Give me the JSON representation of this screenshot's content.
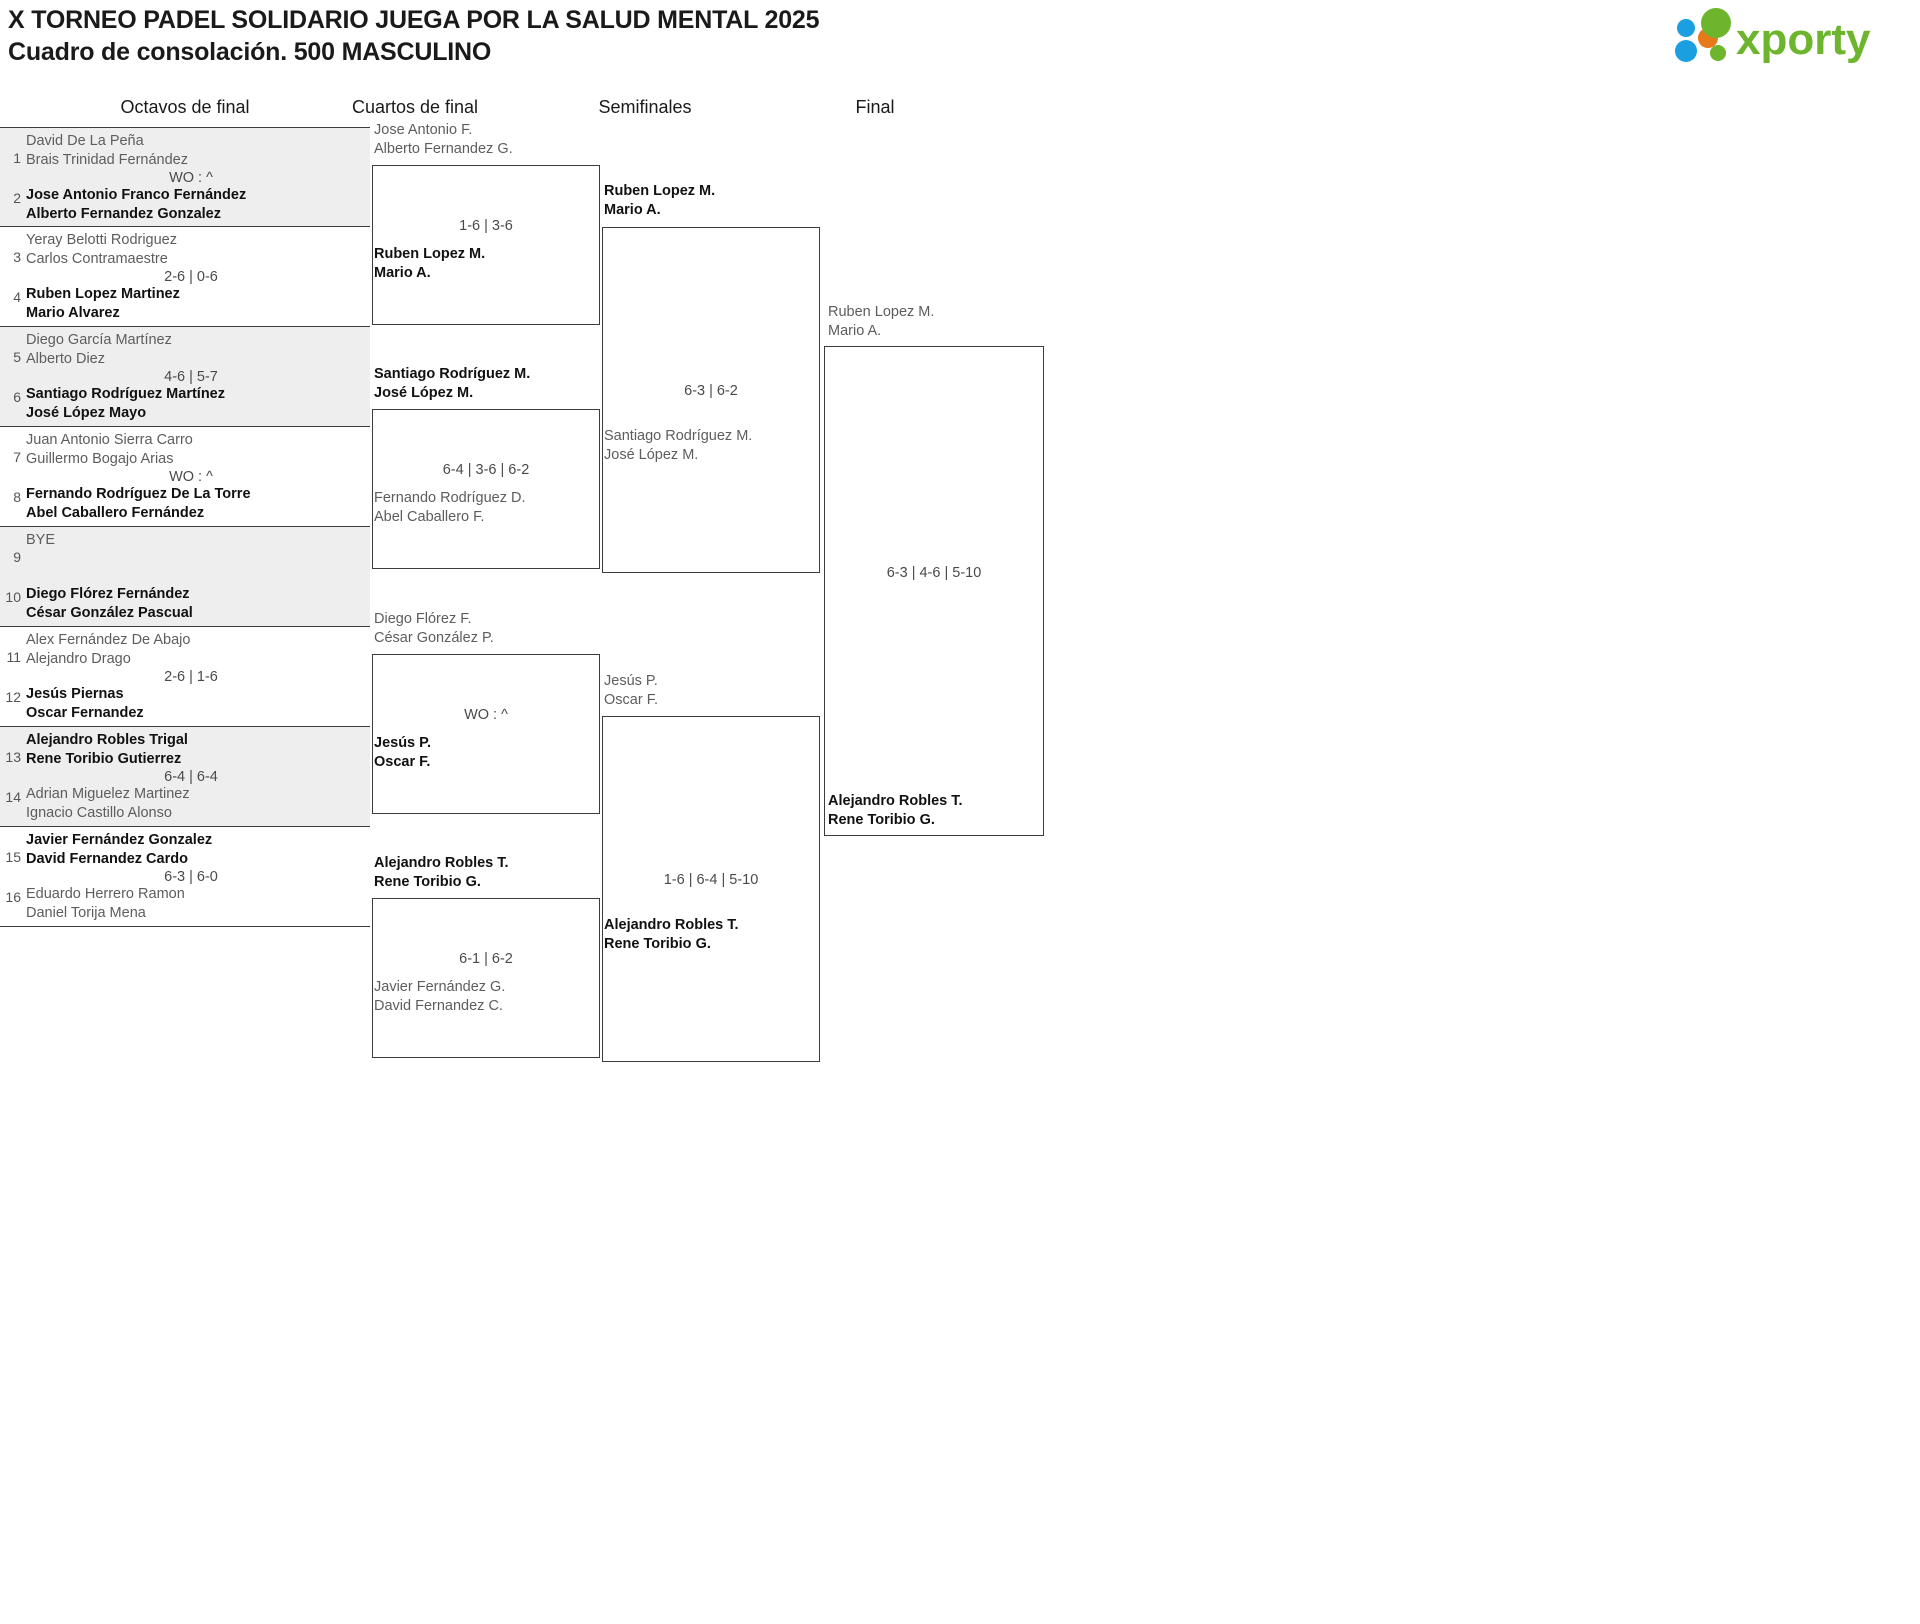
{
  "header": {
    "title_line1": "X TORNEO PADEL SOLIDARIO JUEGA POR LA SALUD MENTAL 2025",
    "title_line2": "Cuadro de consolación. 500 MASCULINO",
    "logo_text": "xporty",
    "logo_colors": {
      "green": "#6cb52d",
      "blue": "#1a9fe0",
      "orange": "#e8791a"
    }
  },
  "rounds": [
    {
      "label": "Octavos de final"
    },
    {
      "label": "Cuartos de final"
    },
    {
      "label": "Semifinales"
    },
    {
      "label": "Final"
    }
  ],
  "round1": [
    {
      "seed_top": "1",
      "top_p1": "David De La Peña",
      "top_p2": "Brais Trinidad Fernández",
      "top_winner": false,
      "score": "WO : ^",
      "seed_bot": "2",
      "bot_p1": "Jose Antonio Franco Fernández",
      "bot_p2": "Alberto Fernandez Gonzalez",
      "bot_winner": true
    },
    {
      "seed_top": "3",
      "top_p1": "Yeray Belotti Rodriguez",
      "top_p2": "Carlos Contramaestre",
      "top_winner": false,
      "score": "2-6 | 0-6",
      "seed_bot": "4",
      "bot_p1": "Ruben Lopez Martinez",
      "bot_p2": "Mario Alvarez",
      "bot_winner": true
    },
    {
      "seed_top": "5",
      "top_p1": "Diego García Martínez",
      "top_p2": "Alberto Diez",
      "top_winner": false,
      "score": "4-6 | 5-7",
      "seed_bot": "6",
      "bot_p1": "Santiago Rodríguez Martínez",
      "bot_p2": "José López Mayo",
      "bot_winner": true
    },
    {
      "seed_top": "7",
      "top_p1": "Juan Antonio Sierra Carro",
      "top_p2": "Guillermo Bogajo Arias",
      "top_winner": false,
      "score": "WO : ^",
      "seed_bot": "8",
      "bot_p1": "Fernando Rodríguez De La Torre",
      "bot_p2": "Abel Caballero Fernández",
      "bot_winner": true
    },
    {
      "seed_top": "9",
      "top_p1": "BYE",
      "top_p2": "",
      "top_winner": false,
      "score": "",
      "seed_bot": "10",
      "bot_p1": "Diego Flórez Fernández",
      "bot_p2": "César González Pascual",
      "bot_winner": true
    },
    {
      "seed_top": "11",
      "top_p1": "Alex Fernández De Abajo",
      "top_p2": "Alejandro Drago",
      "top_winner": false,
      "score": "2-6 | 1-6",
      "seed_bot": "12",
      "bot_p1": "Jesús Piernas",
      "bot_p2": "Oscar Fernandez",
      "bot_winner": true
    },
    {
      "seed_top": "13",
      "top_p1": "Alejandro Robles Trigal",
      "top_p2": "Rene Toribio Gutierrez",
      "top_winner": true,
      "score": "6-4 | 6-4",
      "seed_bot": "14",
      "bot_p1": "Adrian Miguelez Martinez",
      "bot_p2": "Ignacio Castillo Alonso",
      "bot_winner": false
    },
    {
      "seed_top": "15",
      "top_p1": "Javier Fernández Gonzalez",
      "top_p2": "David Fernandez Cardo",
      "top_winner": true,
      "score": "6-3 | 6-0",
      "seed_bot": "16",
      "bot_p1": "Eduardo Herrero Ramon",
      "bot_p2": "Daniel Torija Mena",
      "bot_winner": false
    }
  ],
  "round2": [
    {
      "top_p1": "Jose Antonio F.",
      "top_p2": "Alberto Fernandez G.",
      "top_winner": false,
      "score": "1-6 | 3-6",
      "bot_p1": "Ruben Lopez M.",
      "bot_p2": "Mario A.",
      "bot_winner": true
    },
    {
      "top_p1": "Santiago Rodríguez M.",
      "top_p2": "José López M.",
      "top_winner": true,
      "score": "6-4 | 3-6 | 6-2",
      "bot_p1": "Fernando Rodríguez D.",
      "bot_p2": "Abel Caballero F.",
      "bot_winner": false
    },
    {
      "top_p1": "Diego Flórez F.",
      "top_p2": "César González P.",
      "top_winner": false,
      "score": "WO : ^",
      "bot_p1": "Jesús P.",
      "bot_p2": "Oscar F.",
      "bot_winner": true
    },
    {
      "top_p1": "Alejandro Robles T.",
      "top_p2": "Rene Toribio G.",
      "top_winner": true,
      "score": "6-1 | 6-2",
      "bot_p1": "Javier Fernández G.",
      "bot_p2": "David Fernandez C.",
      "bot_winner": false
    }
  ],
  "round3": [
    {
      "top_p1": "Ruben Lopez M.",
      "top_p2": "Mario A.",
      "top_winner": true,
      "score": "6-3 | 6-2",
      "bot_p1": "Santiago Rodríguez M.",
      "bot_p2": "José López M.",
      "bot_winner": false
    },
    {
      "top_p1": "Jesús P.",
      "top_p2": "Oscar F.",
      "top_winner": false,
      "score": "1-6 | 6-4 | 5-10",
      "bot_p1": "Alejandro Robles T.",
      "bot_p2": "Rene Toribio G.",
      "bot_winner": true
    }
  ],
  "round4": [
    {
      "top_p1": "Ruben Lopez M.",
      "top_p2": "Mario A.",
      "top_winner": false,
      "score": "6-3 | 4-6 | 5-10",
      "bot_p1": "Alejandro Robles T.",
      "bot_p2": "Rene Toribio G.",
      "bot_winner": true
    }
  ]
}
